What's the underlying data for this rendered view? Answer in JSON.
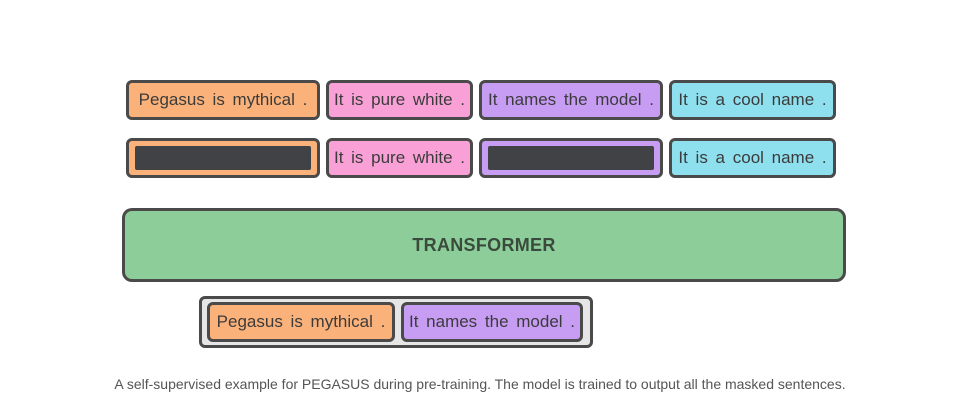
{
  "input_row": [
    {
      "text": "Pegasus is mythical .",
      "color": "#fbb27a"
    },
    {
      "text": "It is pure white .",
      "color": "#f9a1d7"
    },
    {
      "text": "It names the model .",
      "color": "#c79cf3"
    },
    {
      "text": "It is a cool name .",
      "color": "#8fe0ee"
    }
  ],
  "masked_row": [
    {
      "masked": true,
      "color": "#fbb27a"
    },
    {
      "text": "It is pure white .",
      "color": "#f9a1d7"
    },
    {
      "masked": true,
      "color": "#c79cf3"
    },
    {
      "text": "It is a cool name .",
      "color": "#8fe0ee"
    }
  ],
  "transformer": {
    "label": "TRANSFORMER",
    "color": "#8dcd9a"
  },
  "output_row": [
    {
      "text": "Pegasus is mythical .",
      "color": "#fbb27a"
    },
    {
      "text": "It names the model .",
      "color": "#c79cf3"
    }
  ],
  "caption": "A self-supervised example for PEGASUS during pre-training. The model is trained to output all the masked sentences."
}
